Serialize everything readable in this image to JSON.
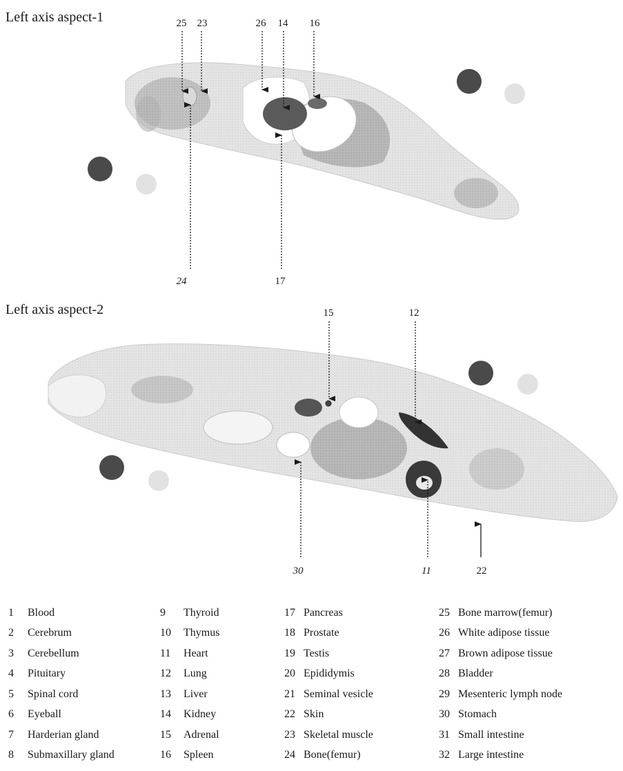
{
  "panels": {
    "aspect1": {
      "title": "Left axis aspect-1",
      "callouts_top": [
        "25",
        "23",
        "26",
        "14",
        "16"
      ],
      "callouts_bottom": [
        "24",
        "17"
      ]
    },
    "aspect2": {
      "title": "Left axis aspect-2",
      "callouts_top": [
        "15",
        "12"
      ],
      "callouts_bottom": [
        "30",
        "11",
        "22"
      ]
    }
  },
  "legend": [
    [
      {
        "num": "1",
        "name": "Blood"
      },
      {
        "num": "2",
        "name": "Cerebrum"
      },
      {
        "num": "3",
        "name": "Cerebellum"
      },
      {
        "num": "4",
        "name": "Pituitary"
      },
      {
        "num": "5",
        "name": "Spinal cord"
      },
      {
        "num": "6",
        "name": "Eyeball"
      },
      {
        "num": "7",
        "name": "Harderian gland"
      },
      {
        "num": "8",
        "name": "Submaxillary gland"
      }
    ],
    [
      {
        "num": "9",
        "name": "Thyroid"
      },
      {
        "num": "10",
        "name": "Thymus"
      },
      {
        "num": "11",
        "name": "Heart"
      },
      {
        "num": "12",
        "name": "Lung"
      },
      {
        "num": "13",
        "name": "Liver"
      },
      {
        "num": "14",
        "name": "Kidney"
      },
      {
        "num": "15",
        "name": "Adrenal"
      },
      {
        "num": "16",
        "name": "Spleen"
      }
    ],
    [
      {
        "num": "17",
        "name": "Pancreas"
      },
      {
        "num": "18",
        "name": "Prostate"
      },
      {
        "num": "19",
        "name": "Testis"
      },
      {
        "num": "20",
        "name": "Epididymis"
      },
      {
        "num": "21",
        "name": "Seminal vesicle"
      },
      {
        "num": "22",
        "name": "Skin"
      },
      {
        "num": "23",
        "name": "Skeletal muscle"
      },
      {
        "num": "24",
        "name": "Bone(femur)"
      }
    ],
    [
      {
        "num": "25",
        "name": "Bone marrow(femur)"
      },
      {
        "num": "26",
        "name": "White adipose tissue"
      },
      {
        "num": "27",
        "name": "Brown adipose tissue"
      },
      {
        "num": "28",
        "name": "Bladder"
      },
      {
        "num": "29",
        "name": "Mesenteric lymph node"
      },
      {
        "num": "30",
        "name": "Stomach"
      },
      {
        "num": "31",
        "name": "Small intestine"
      },
      {
        "num": "32",
        "name": "Large intestine"
      }
    ]
  ],
  "colors": {
    "tissue_light": "#e9e9e9",
    "tissue_mid": "#c8c8c8",
    "tissue_dark": "#555555",
    "standard_dark": "#4a4a4a",
    "standard_light": "#e2e2e2",
    "ink": "#1a1a1a"
  }
}
